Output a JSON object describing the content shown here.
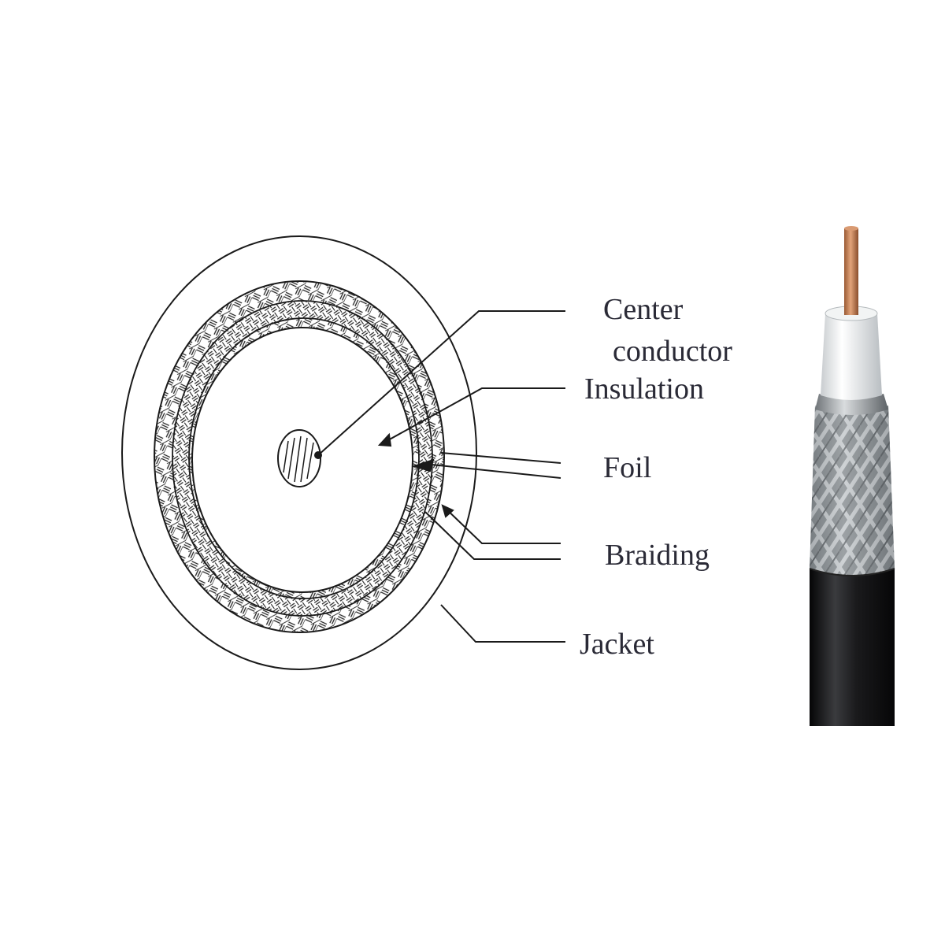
{
  "labels": {
    "center_line1": "Center",
    "center_line2": "conductor",
    "insulation": "Insulation",
    "foil": "Foil",
    "braiding": "Braiding",
    "jacket": "Jacket"
  },
  "colors": {
    "ink": "#1a1a1a",
    "label_text": "#2a2a36",
    "copper": "#c8865a",
    "dielectric": "#f2f4f4",
    "braid": "#8a9094",
    "jacket": "#1c1c1e"
  }
}
